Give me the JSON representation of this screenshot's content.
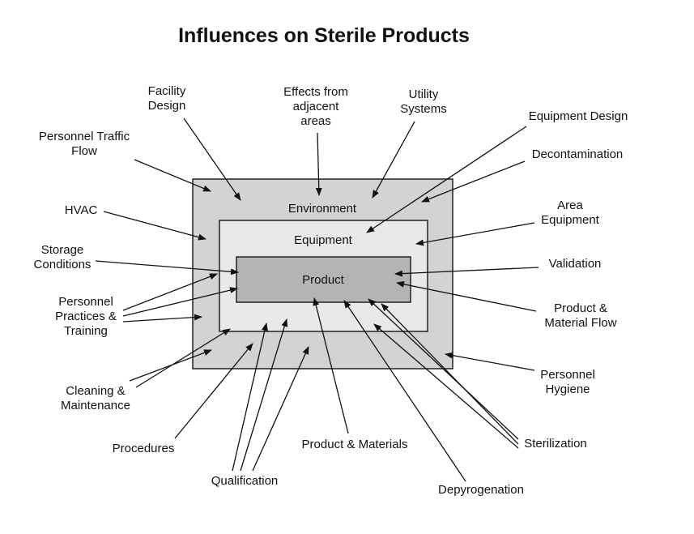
{
  "title": "Influences on Sterile Products",
  "boxes": {
    "environment": "Environment",
    "equipment": "Equipment",
    "product": "Product"
  },
  "colors": {
    "outer_box_fill": "#d3d3d3",
    "middle_box_fill": "#e9e9e9",
    "inner_box_fill": "#b4b4b4",
    "line": "#111111",
    "background": "#ffffff"
  },
  "labels": {
    "facility_design": "Facility\nDesign",
    "effects_adjacent": "Effects from\nadjacent\nareas",
    "utility_systems": "Utility\nSystems",
    "equipment_design": "Equipment Design",
    "personnel_traffic_flow": "Personnel Traffic\nFlow",
    "decontamination": "Decontamination",
    "hvac": "HVAC",
    "area_equipment": "Area\nEquipment",
    "storage_conditions": "Storage\nConditions",
    "validation": "Validation",
    "personnel_practices": "Personnel\nPractices &\nTraining",
    "product_material_flow": "Product &\nMaterial Flow",
    "cleaning_maintenance": "Cleaning &\nMaintenance",
    "personnel_hygiene": "Personnel\nHygiene",
    "procedures": "Procedures",
    "qualification": "Qualification",
    "product_materials": "Product & Materials",
    "sterilization": "Sterilization",
    "depyrogenation": "Depyrogenation"
  }
}
